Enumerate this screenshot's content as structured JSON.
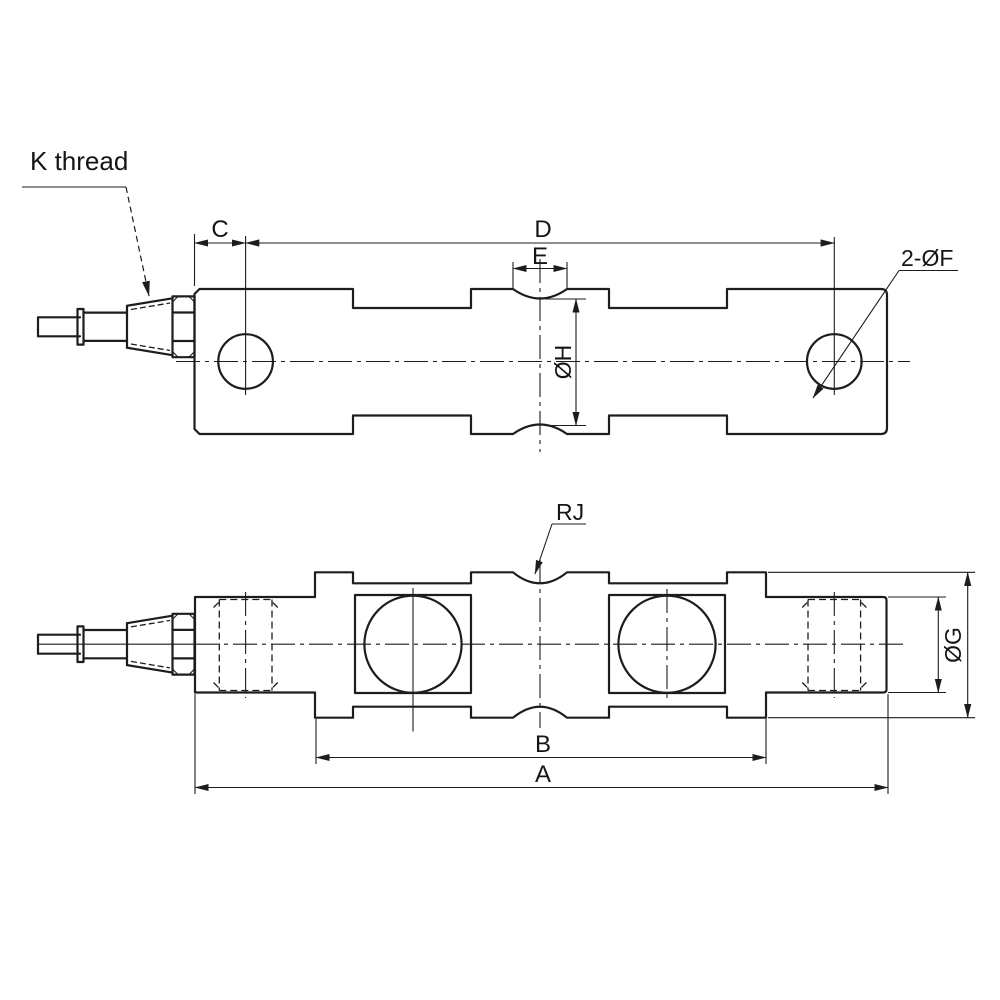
{
  "drawing": {
    "title": "Double-ended beam load cell dimensional drawing, two orthographic views",
    "background_color": "#ffffff",
    "line_color": "#1d1d1f",
    "views": {
      "side_view": "front elevation with cable gland, two through holes, top and bottom relief notches, center saddle",
      "plan_view": "top view with cylindrical end bosses, two pocketed holes, center waist, hidden hole bands"
    },
    "labels": {
      "k_thread": "K thread",
      "c": "C",
      "d": "D",
      "e": "E",
      "phi_h": "ØH",
      "two_phi_f": "2-ØF",
      "rj": "RJ",
      "b": "B",
      "a": "A",
      "phi_g": "ØG"
    }
  }
}
